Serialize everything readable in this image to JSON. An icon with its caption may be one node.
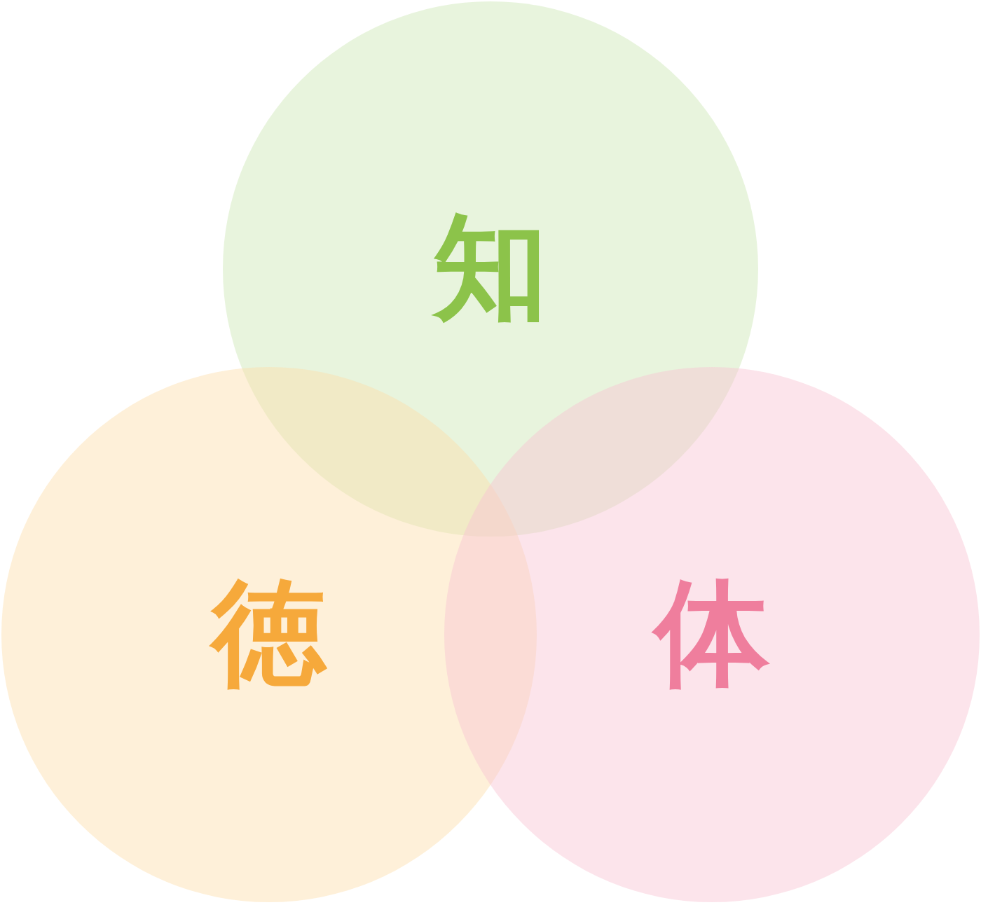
{
  "diagram": {
    "nodes": [
      {
        "text": [
          "知"
        ]
      },
      {
        "text": [
          "徳"
        ]
      },
      {
        "text": [
          "体"
        ]
      }
    ],
    "edges": []
  }
}
